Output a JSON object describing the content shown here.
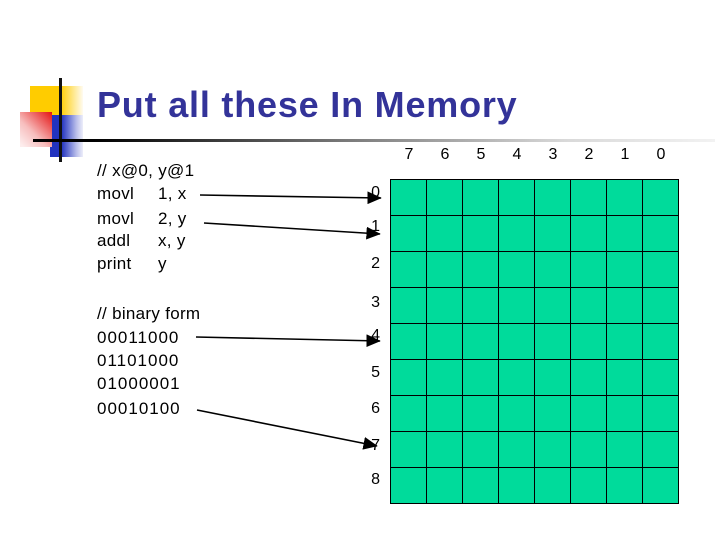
{
  "slide": {
    "title": "Put all these In Memory",
    "title_color": "#333399"
  },
  "code": {
    "comment": "// x@0, y@1",
    "instructions": [
      {
        "mnemonic": "movl",
        "operands": "1, x"
      },
      {
        "mnemonic": "movl",
        "operands": "2, y"
      },
      {
        "mnemonic": "addl",
        "operands": "x, y"
      },
      {
        "mnemonic": "print",
        "operands": "y"
      }
    ]
  },
  "binary": {
    "comment": "// binary form",
    "values": [
      "00011000",
      "01101000",
      "01000001",
      "00010100"
    ]
  },
  "memory": {
    "col_headers": [
      "7",
      "6",
      "5",
      "4",
      "3",
      "2",
      "1",
      "0"
    ],
    "row_labels": [
      "0",
      "1",
      "2",
      "3",
      "4",
      "5",
      "6",
      "7",
      "8"
    ],
    "rows": 9,
    "cols": 8,
    "cell_color": "#00DB9B"
  },
  "arrows": [
    {
      "from": "movl 1, x",
      "to_row": "0"
    },
    {
      "from": "movl 2, y",
      "to_row": "1"
    },
    {
      "from": "00011000",
      "to_row": "4"
    },
    {
      "from": "00010100",
      "to_row": "7"
    }
  ]
}
